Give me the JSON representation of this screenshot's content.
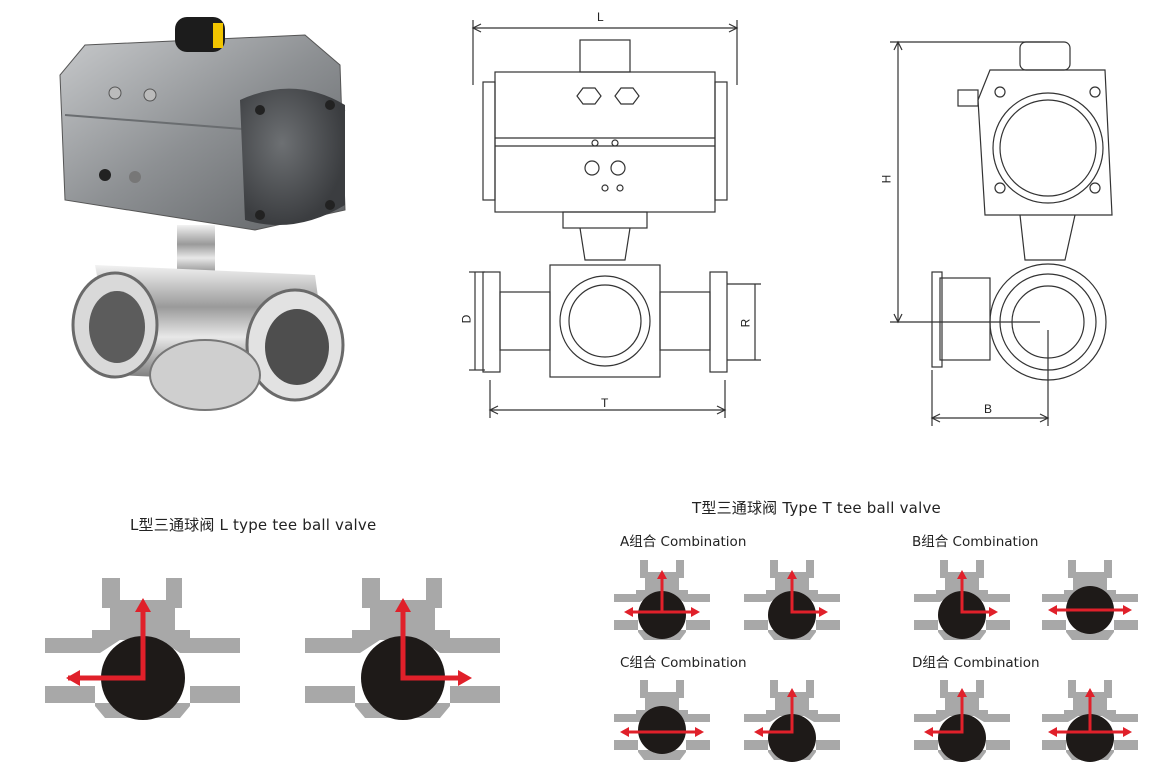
{
  "dimensions": {
    "front": {
      "L": "L",
      "D": "D",
      "R": "R",
      "T": "T"
    },
    "side": {
      "H": "H",
      "B": "B"
    }
  },
  "l_type": {
    "title": "L型三通球阀 L type tee ball valve"
  },
  "t_type": {
    "title": "T型三通球阀 Type T tee ball valve",
    "combos": [
      {
        "key": "A",
        "label": "A组合 Combination"
      },
      {
        "key": "B",
        "label": "B组合 Combination"
      },
      {
        "key": "C",
        "label": "C组合 Combination"
      },
      {
        "key": "D",
        "label": "D组合 Combination"
      }
    ]
  },
  "colors": {
    "arrow": "#e0202a",
    "body_grey": "#a8a8a8",
    "ball": "#1e1a18",
    "line": "#333333"
  }
}
